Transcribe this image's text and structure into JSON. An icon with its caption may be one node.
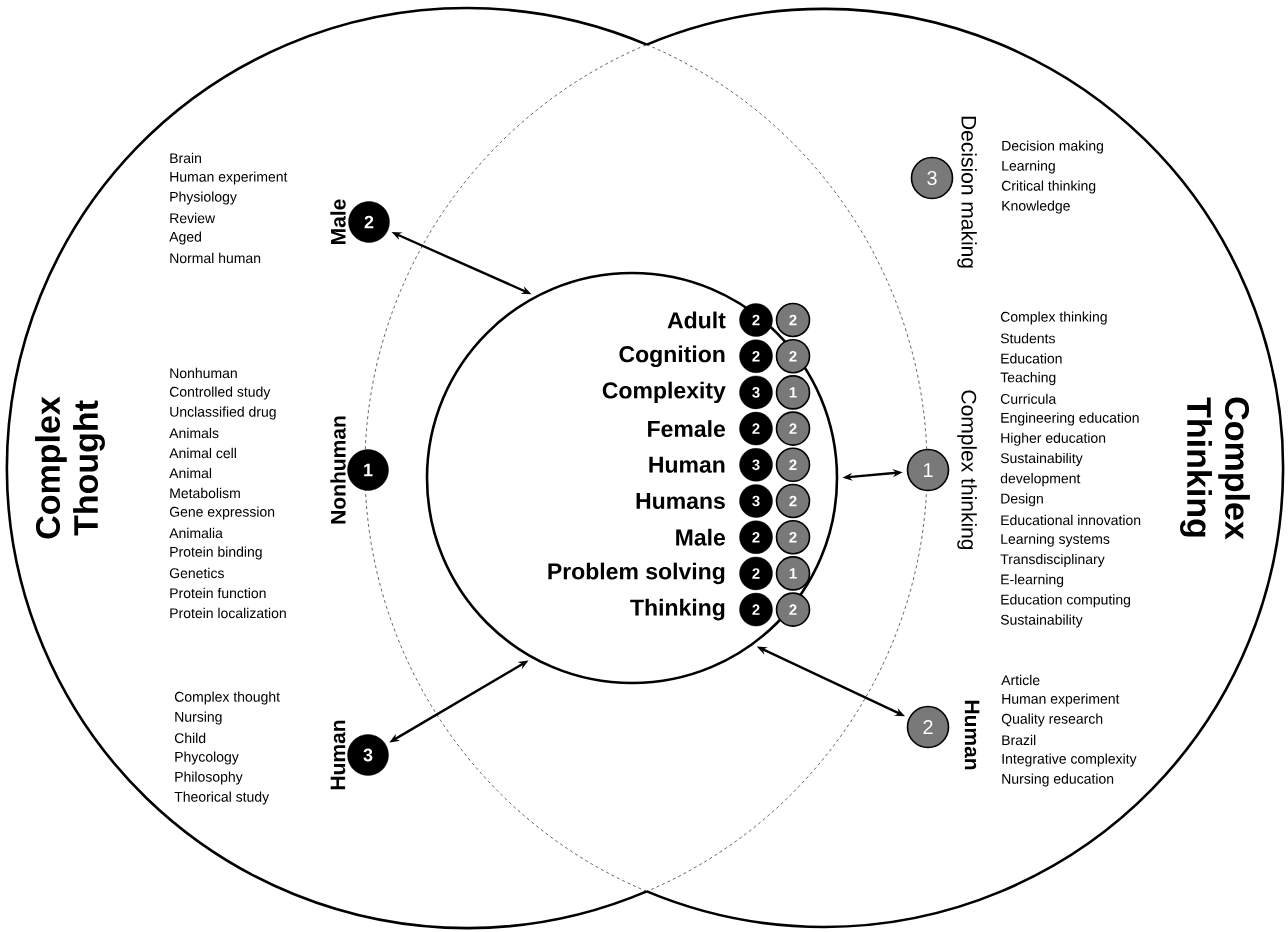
{
  "diagram": {
    "nodes": [
      {
        "text": [
          "Complex Thought"
        ]
      },
      {
        "text": [
          "Complex Thinking"
        ]
      },
      {
        "text": [
          "2"
        ],
        "in": 0,
        "beside": [
          "Male",
          "Brain",
          "Human experiment",
          "Physiology",
          "Review",
          "Aged",
          "Normal human"
        ]
      },
      {
        "text": [
          "1"
        ],
        "in": 0,
        "beside": [
          "Nonhuman",
          "Nonhuman",
          "Controlled study",
          "Unclassified drug",
          "Animals",
          "Animal cell",
          "Animal",
          "Metabolism",
          "Gene expression",
          "Animalia",
          "Protein binding",
          "Genetics",
          "Protein function",
          "Protein localization"
        ]
      },
      {
        "text": [
          "3"
        ],
        "in": 0,
        "beside": [
          "Human",
          "Complex thought",
          "Nursing",
          "Child",
          "Phycology",
          "Philosophy",
          "Theorical study"
        ]
      },
      {
        "text": [
          "Adult",
          "Cognition",
          "Complexity",
          "Female",
          "Human",
          "Humans",
          "Male",
          "Problem solving",
          "Thinking"
        ]
      },
      {
        "text": [
          "2"
        ],
        "in": 5
      },
      {
        "text": [
          "2"
        ]
      },
      {
        "text": [
          "2"
        ],
        "in": 5
      },
      {
        "text": [
          "2"
        ],
        "in": 5
      },
      {
        "text": [
          "3"
        ],
        "in": 5
      },
      {
        "text": [
          "1"
        ],
        "in": 5
      },
      {
        "text": [
          "2"
        ],
        "in": 5
      },
      {
        "text": [
          "2"
        ],
        "in": 5
      },
      {
        "text": [
          "3"
        ],
        "in": 5
      },
      {
        "text": [
          "2"
        ],
        "in": 5
      },
      {
        "text": [
          "3"
        ],
        "in": 5
      },
      {
        "text": [
          "2"
        ],
        "in": 5
      },
      {
        "text": [
          "2"
        ],
        "in": 5
      },
      {
        "text": [
          "2"
        ],
        "in": 5
      },
      {
        "text": [
          "2"
        ],
        "in": 5
      },
      {
        "text": [
          "1"
        ],
        "in": 5
      },
      {
        "text": [
          "2"
        ],
        "in": 5
      },
      {
        "text": [
          "2"
        ]
      },
      {
        "text": [
          "3"
        ],
        "in": 1,
        "beside": [
          "Decision making",
          "Decision making",
          "Learning",
          "Critical thinking",
          "Knowledge"
        ]
      },
      {
        "text": [
          "1"
        ],
        "in": 1,
        "beside": [
          "Complex thinking",
          "Complex thinking",
          "Students",
          "Education",
          "Teaching",
          "Curricula",
          "Engineering education",
          "Higher education",
          "Sustainability",
          "development",
          "Design",
          "Educational innovation",
          "Learning systems",
          "Transdisciplinary",
          "E-learning",
          "Education computing",
          "Sustainability"
        ]
      },
      {
        "text": [
          "2"
        ],
        "in": 1,
        "beside": [
          "Human",
          "Article",
          "Human experiment",
          "Quality research",
          "Brazil",
          "Integrative complexity",
          "Nursing education"
        ]
      }
    ],
    "edges": [
      {
        "from": 2,
        "to": 5,
        "arrow": "both"
      },
      {
        "from": 4,
        "to": 5,
        "arrow": "both"
      },
      {
        "from": 5,
        "to": 25,
        "arrow": "both"
      },
      {
        "from": 5,
        "to": 26,
        "arrow": "both"
      }
    ]
  }
}
